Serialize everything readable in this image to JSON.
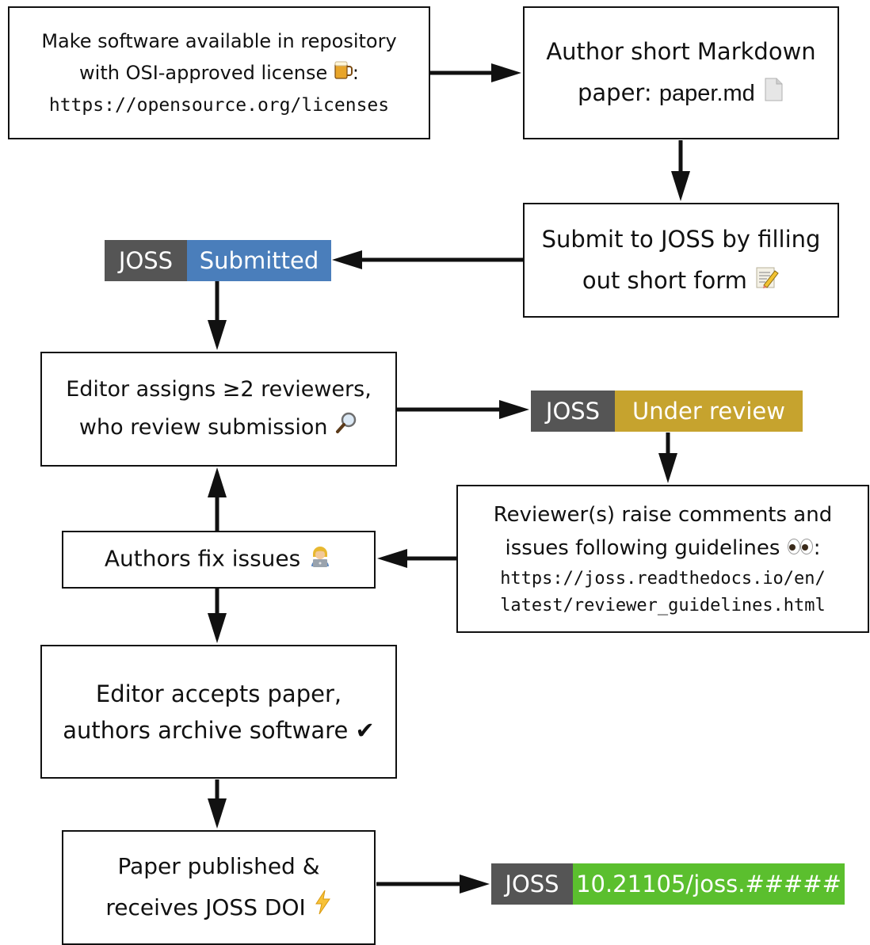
{
  "boxes": {
    "repo": {
      "line1": "Make software available in repository",
      "line2_text": "with OSI-approved license",
      "line2_suffix": ":",
      "url": "https://opensource.org/licenses",
      "icon": "beer-mug-icon"
    },
    "paper": {
      "line1": "Author short Markdown",
      "line2_a": "paper: ",
      "line2_b": "paper.md",
      "icon": "page-icon"
    },
    "submit": {
      "line1": "Submit to JOSS by filling",
      "line2": "out short form",
      "icon": "memo-icon"
    },
    "editor": {
      "line1": "Editor assigns ≥2 reviewers,",
      "line2": "who review submission",
      "icon": "magnifier-icon"
    },
    "reviewers": {
      "line1": "Reviewer(s) raise comments and",
      "line2_text": "issues following guidelines",
      "line2_suffix": ":",
      "url1": "https://joss.readthedocs.io/en/",
      "url2": "latest/reviewer_guidelines.html",
      "icon": "eyes-icon"
    },
    "fix": {
      "line1": "Authors fix issues",
      "icon": "technologist-icon"
    },
    "accept": {
      "line1": "Editor accepts paper,",
      "line2": "authors archive software",
      "icon_glyph": "✔"
    },
    "published": {
      "line1": "Paper published &",
      "line2": "receives JOSS DOI",
      "icon": "lightning-icon"
    }
  },
  "badges": {
    "submitted": {
      "left": "JOSS",
      "right": "Submitted",
      "color": "#4a7ebb"
    },
    "review": {
      "left": "JOSS",
      "right": "Under review",
      "color": "#c6a32e"
    },
    "doi": {
      "left": "JOSS",
      "right": "10.21105/joss.#####",
      "color": "#5bbf2e"
    }
  }
}
